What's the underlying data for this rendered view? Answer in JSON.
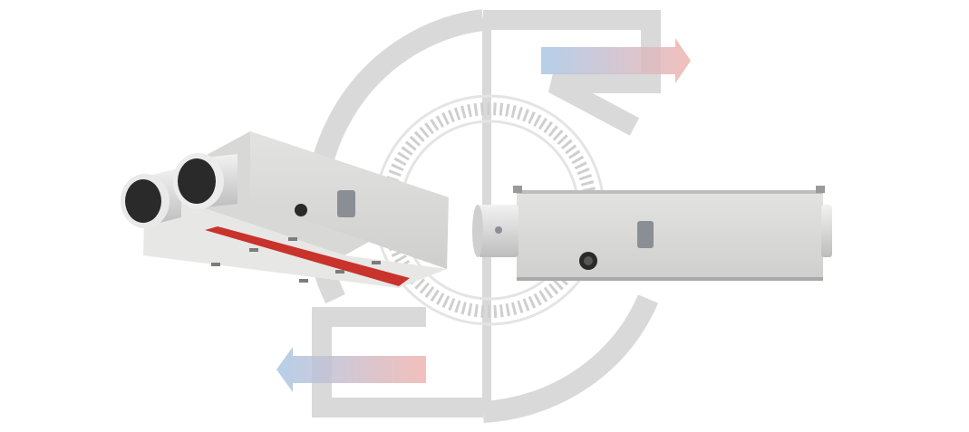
{
  "scene": {
    "description_name": "ventilation-unit-product-render",
    "colors": {
      "background": "#ffffff",
      "logo_gray": "#d9d9d9",
      "ring_dots": "#cfcfcf",
      "unit_body": "#dcdcda",
      "unit_side": "#c9c9c7",
      "unit_bottom": "#e6e6e4",
      "accent_red": "#c8332b",
      "duct_dark": "#2a2a2a",
      "arrow_blue": "#a9c7e6",
      "arrow_red": "#f0b4b0"
    },
    "arrows": [
      {
        "name": "supply-air-arrow",
        "direction": "right"
      },
      {
        "name": "exhaust-air-arrow",
        "direction": "left"
      }
    ],
    "units": [
      {
        "name": "ventilation-unit-isometric",
        "view": "isometric"
      },
      {
        "name": "ventilation-unit-side",
        "view": "side"
      }
    ]
  }
}
